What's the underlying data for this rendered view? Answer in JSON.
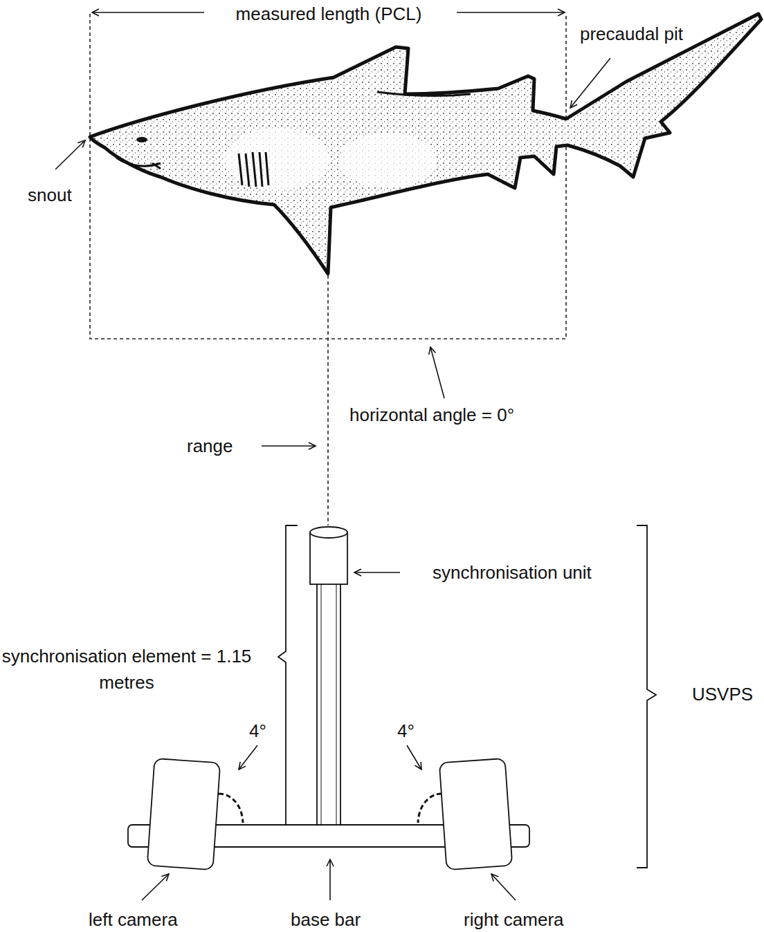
{
  "diagram": {
    "labels": [
      "measured length (PCL)",
      "precaudal pit",
      "snout",
      "horizontal angle = 0°",
      "range",
      "synchronisation unit",
      "synchronisation element = 1.15 metres",
      "4°",
      "4°",
      "USVPS",
      "left camera",
      "base bar",
      "right camera"
    ]
  }
}
